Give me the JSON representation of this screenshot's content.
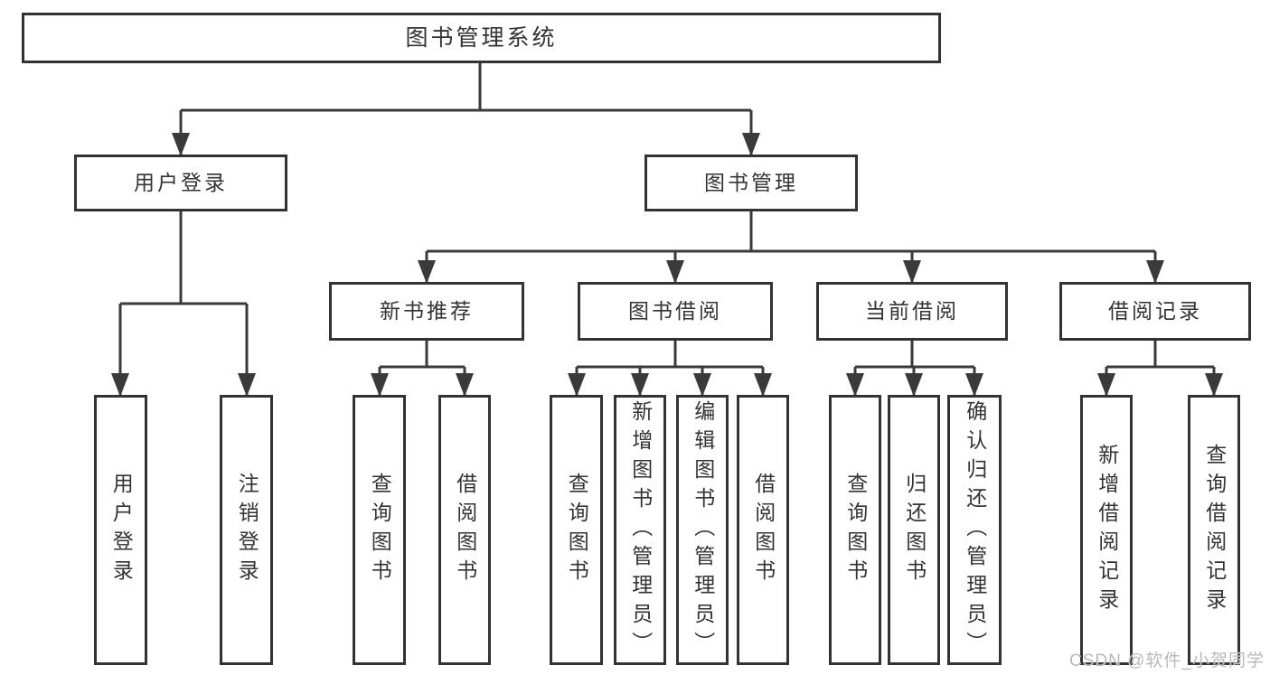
{
  "diagram": {
    "root": "图书管理系统",
    "login_branch": {
      "label": "用户登录",
      "children": [
        "用户登录",
        "注销登录"
      ]
    },
    "management_branch": {
      "label": "图书管理",
      "sections": [
        {
          "label": "新书推荐",
          "children": [
            "查询图书",
            "借阅图书"
          ]
        },
        {
          "label": "图书借阅",
          "children": [
            "查询图书",
            "新增图书（管理员）",
            "编辑图书（管理员）",
            "借阅图书"
          ]
        },
        {
          "label": "当前借阅",
          "children": [
            "查询图书",
            "归还图书",
            "确认归还（管理员）"
          ]
        },
        {
          "label": "借阅记录",
          "children": [
            "新增借阅记录",
            "查询借阅记录"
          ]
        }
      ]
    }
  },
  "watermark": "CSDN @软件_小贺同学",
  "colors": {
    "line": "#3a3a3a",
    "box_border": "#333333",
    "text": "#333333",
    "watermark": "#b9b9b9",
    "background": "#ffffff"
  }
}
